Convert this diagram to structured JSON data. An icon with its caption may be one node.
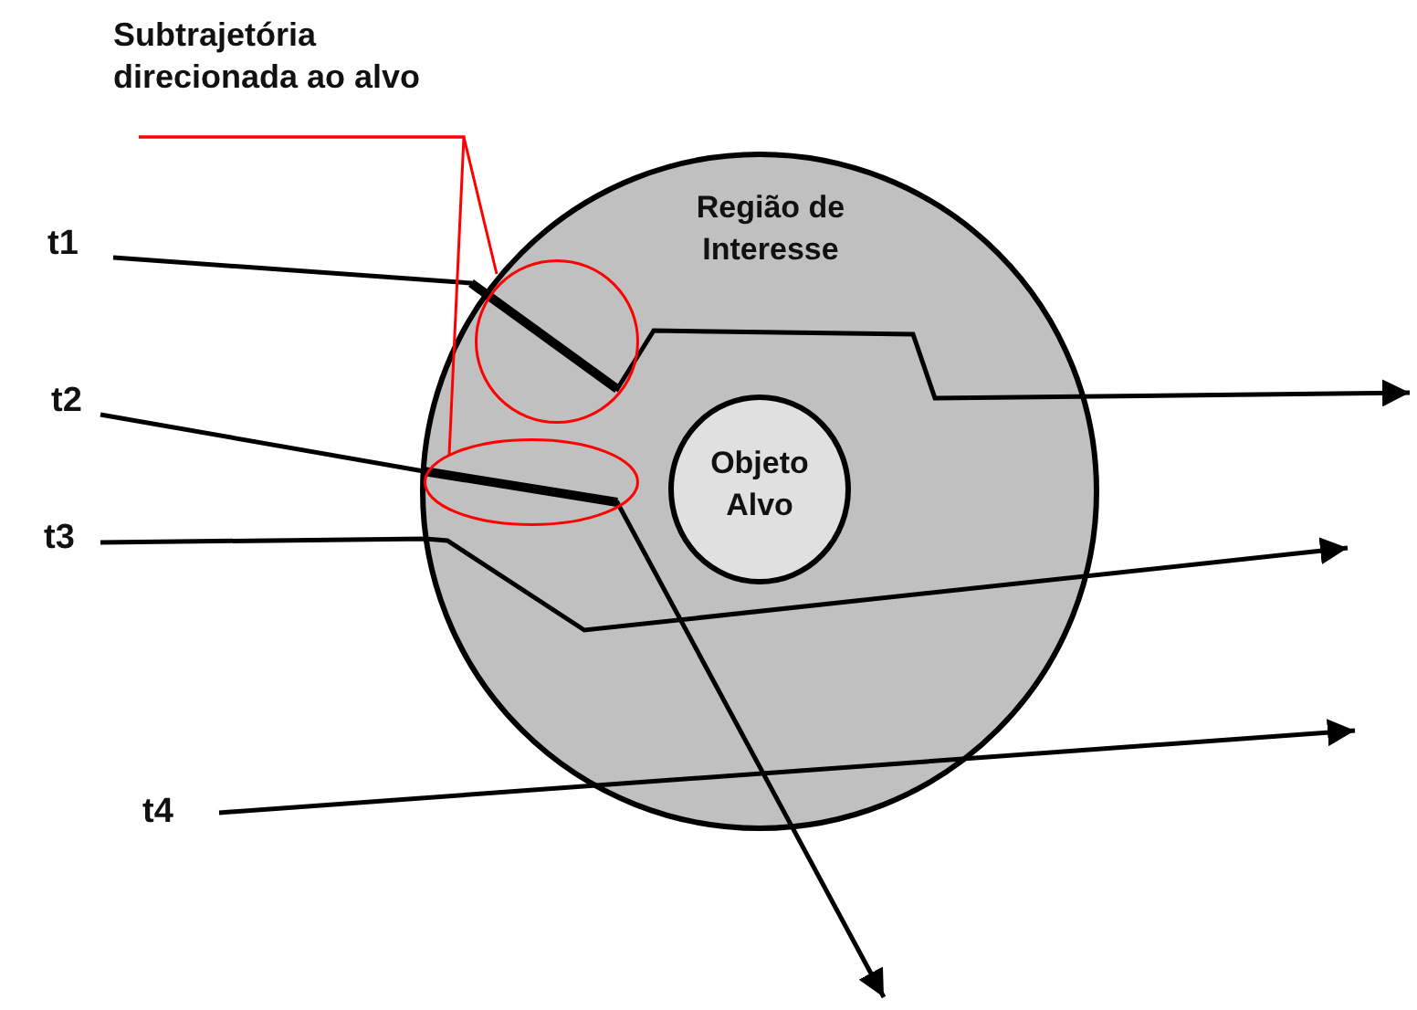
{
  "diagram": {
    "nodes": [
      {
        "text": [
          "Região de Interesse"
        ]
      },
      {
        "text": [
          "Objeto Alvo"
        ],
        "in": 0
      },
      {
        "text": [
          "t1"
        ]
      },
      {
        "text": [
          "t2"
        ]
      },
      {
        "text": [
          "t3"
        ]
      },
      {
        "text": [
          "t4"
        ]
      },
      {
        "text": [
          "Subtrajetória direcionada ao alvo"
        ]
      },
      {
        "text": [],
        "shape": "circle",
        "in": 0
      },
      {
        "text": [],
        "shape": "circle",
        "in": 0
      }
    ],
    "edges": [
      {
        "from": 2,
        "to": null,
        "arrow": "to"
      },
      {
        "from": 3,
        "to": null,
        "arrow": "to"
      },
      {
        "from": 4,
        "to": null,
        "arrow": "to"
      },
      {
        "from": 5,
        "to": null,
        "arrow": "to"
      },
      {
        "from": 6,
        "to": 7,
        "arrow": "none",
        "color": "#ff0000"
      },
      {
        "from": 6,
        "to": 8,
        "arrow": "none",
        "color": "#ff0000"
      }
    ]
  }
}
